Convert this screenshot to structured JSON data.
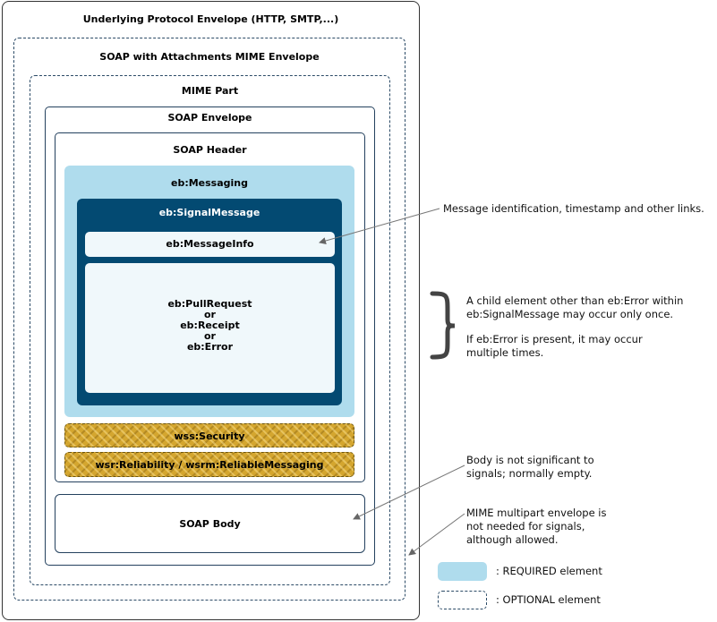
{
  "envelopes": {
    "protocol": "Underlying Protocol Envelope (HTTP, SMTP,...)",
    "swa": "SOAP with Attachments MIME Envelope",
    "mime_part": "MIME Part",
    "soap_envelope": "SOAP Envelope",
    "soap_header": "SOAP Header",
    "messaging": "eb:Messaging",
    "signal_message": "eb:SignalMessage",
    "message_info": "eb:MessageInfo",
    "choices": [
      "eb:PullRequest",
      "or",
      "eb:Receipt",
      "or",
      "eb:Error"
    ],
    "security": "wss:Security",
    "reliability": "wsr:Reliability / wsrm:ReliableMessaging",
    "soap_body": "SOAP Body"
  },
  "notes": {
    "message_info": "Message identification, timestamp and other links.",
    "signal_children_1": "A child element other than eb:Error within\neb:SignalMessage may occur only once.",
    "signal_children_2": "If eb:Error is present, it may occur\nmultiple times.",
    "body": "Body is not significant to\nsignals; normally empty.",
    "mime": "MIME multipart envelope is\nnot needed for signals,\nalthough allowed."
  },
  "legend": {
    "required": ": REQUIRED element",
    "optional": ": OPTIONAL element"
  },
  "colors": {
    "required_fill": "#afdced",
    "signal_fill": "#034a72",
    "optional_border": "#2b4a66",
    "security_fill": "#d4a62f"
  }
}
